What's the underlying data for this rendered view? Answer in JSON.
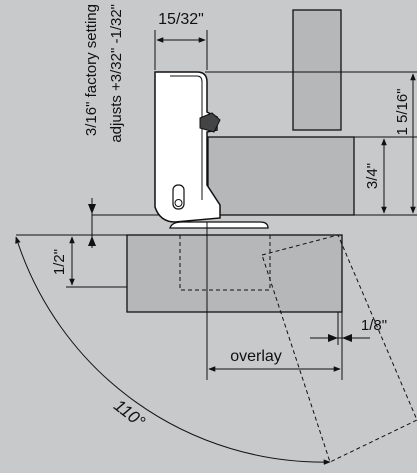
{
  "labels": {
    "hinge_width": "15/32\"",
    "factory_setting": "3/16\" factory setting",
    "adjusts": "adjusts +3/32\" -1/32\"",
    "plate_height": "3/4\"",
    "total_height": "1 5/16\"",
    "door_offset": "1/2\"",
    "gap": "1/8\"",
    "overlay": "overlay",
    "angle": "110°"
  },
  "colors": {
    "background": "#c8c9cb",
    "panel_fill": "#b6b7b9",
    "hinge_fill": "#ffffff",
    "line": "#111111"
  }
}
